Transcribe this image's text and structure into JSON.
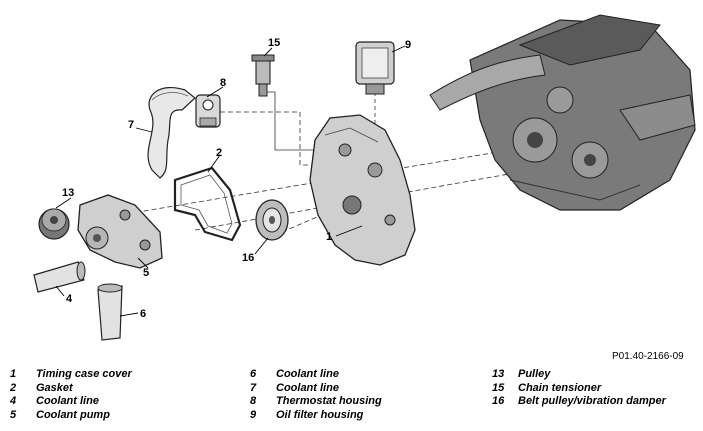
{
  "reference_code": "P01.40-2166-09",
  "callouts": [
    "1",
    "2",
    "4",
    "5",
    "6",
    "7",
    "8",
    "9",
    "13",
    "15",
    "16"
  ],
  "legend": [
    [
      {
        "num": "1",
        "label": "Timing case cover"
      },
      {
        "num": "2",
        "label": "Gasket"
      },
      {
        "num": "4",
        "label": "Coolant line"
      },
      {
        "num": "5",
        "label": "Coolant pump"
      }
    ],
    [
      {
        "num": "6",
        "label": "Coolant line"
      },
      {
        "num": "7",
        "label": "Coolant line"
      },
      {
        "num": "8",
        "label": "Thermostat housing"
      },
      {
        "num": "9",
        "label": "Oil filter housing"
      }
    ],
    [
      {
        "num": "13",
        "label": "Pulley"
      },
      {
        "num": "15",
        "label": "Chain tensioner"
      },
      {
        "num": "16",
        "label": "Belt pulley/vibration damper"
      }
    ]
  ]
}
